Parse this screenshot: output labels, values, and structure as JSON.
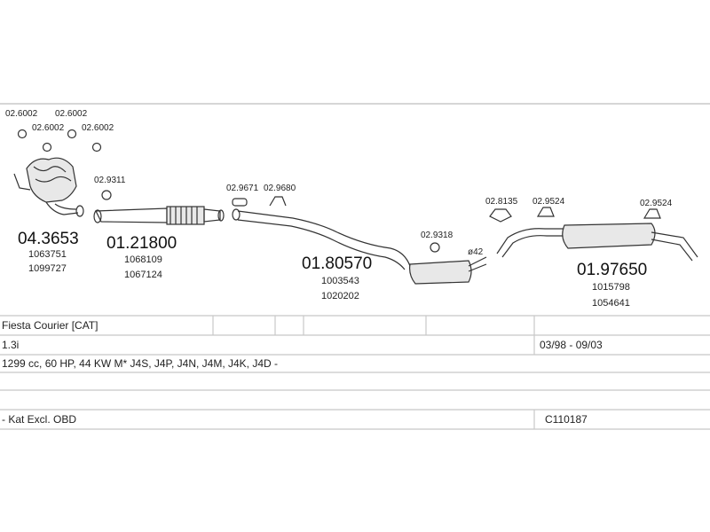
{
  "parts": {
    "gaskets": [
      "02.6002",
      "02.6002",
      "02.6002",
      "02.6002"
    ],
    "p1": {
      "code": "04.3653",
      "refs": [
        "1063751",
        "1099727"
      ]
    },
    "p2": {
      "code": "01.21800",
      "refs": [
        "1068109",
        "1067124"
      ],
      "small": "02.9311"
    },
    "p3": {
      "code": "01.80570",
      "refs": [
        "1003543",
        "1020202"
      ],
      "small_a": "02.9671",
      "small_b": "02.9680",
      "small_c": "02.9318",
      "dia": "ø42"
    },
    "p4": {
      "code": "01.97650",
      "refs": [
        "1015798",
        "1054641"
      ],
      "small_a": "02.8135",
      "small_b": "02.9524",
      "small_c": "02.9524"
    }
  },
  "table": {
    "model": "Fiesta Courier  [CAT]",
    "engine": "1.3i",
    "dates": "03/98 - 09/03",
    "spec": "1299 cc, 60 HP, 44 KW M* J4S, J4P, J4N, J4M, J4K, J4D -",
    "note": "- Kat Excl. OBD",
    "catalog": "C110187"
  }
}
